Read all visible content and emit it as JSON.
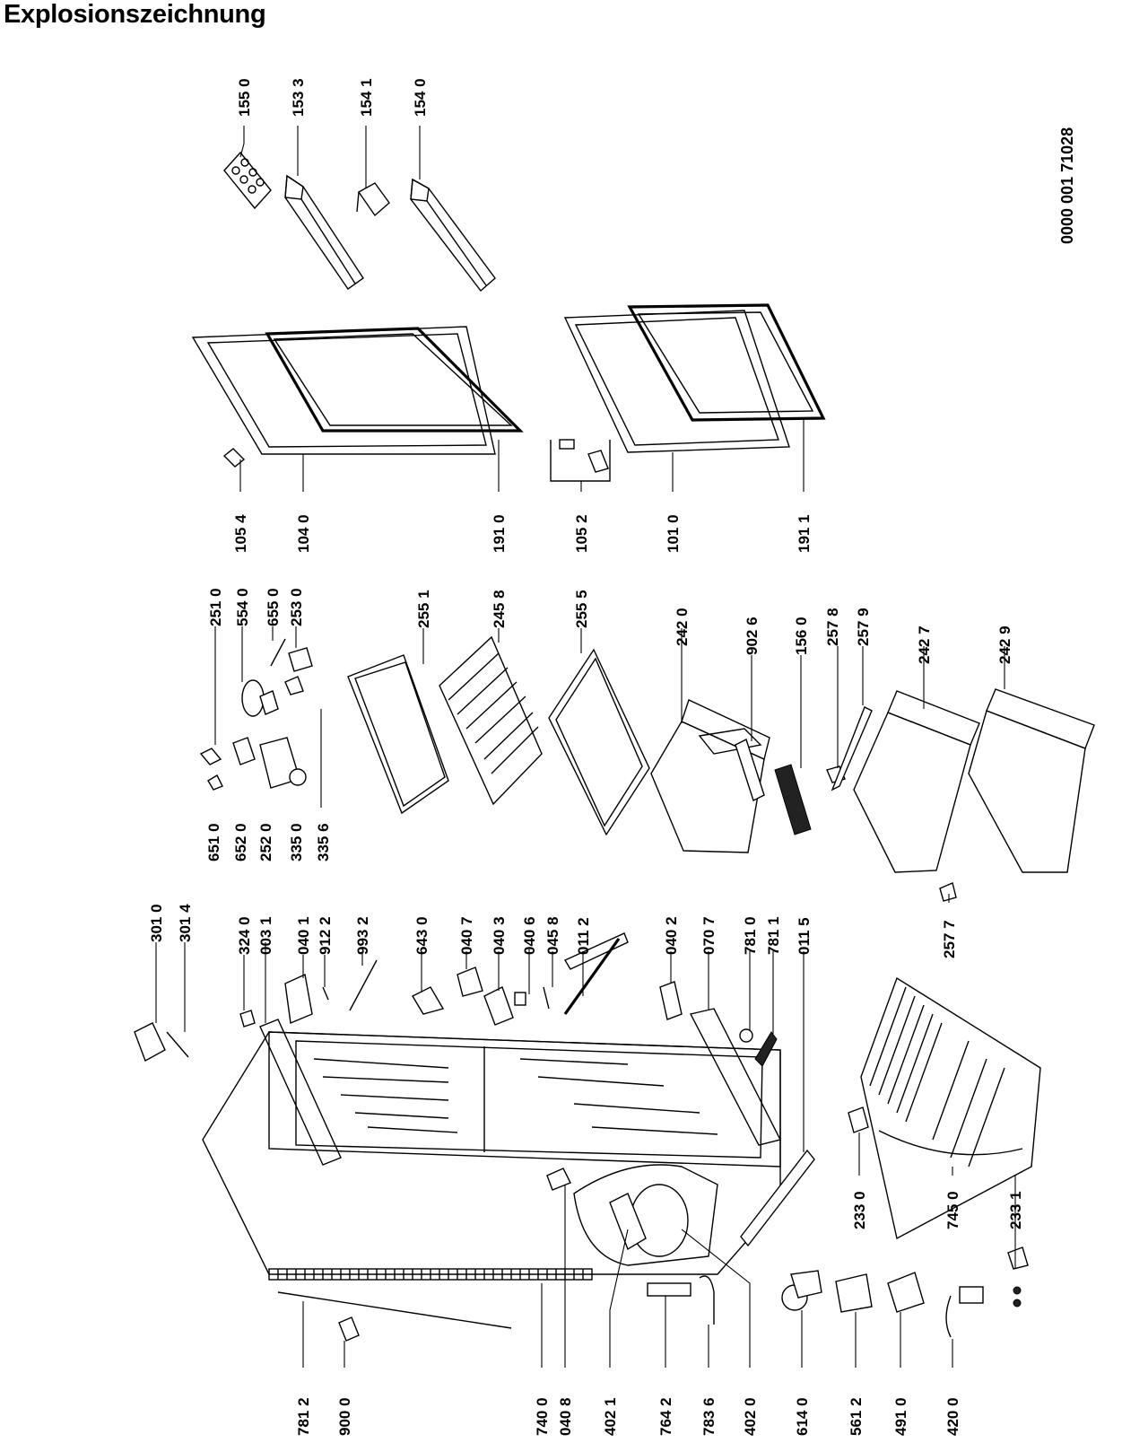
{
  "title": "Explosionszeichnung",
  "document_number": "0000 001 71028",
  "part_labels": {
    "p1550": "155 0",
    "p1533": "153 3",
    "p1541": "154 1",
    "p1540": "154 0",
    "p1054": "105 4",
    "p1040": "104 0",
    "p1910": "191 0",
    "p1052": "105 2",
    "p1010": "101 0",
    "p1911": "191 1",
    "p2510": "251 0",
    "p5540": "554 0",
    "p6550": "655 0",
    "p2530": "253 0",
    "p6510": "651 0",
    "p6520": "652 0",
    "p2520": "252 0",
    "p3350": "335 0",
    "p3356": "335 6",
    "p2551": "255 1",
    "p2458": "245 8",
    "p2555": "255 5",
    "p2420": "242 0",
    "p9026": "902 6",
    "p1560": "156 0",
    "p2578": "257 8",
    "p2579": "257 9",
    "p2427": "242 7",
    "p2429": "242 9",
    "p2577": "257 7",
    "p3010": "301 0",
    "p3014": "301 4",
    "p3240": "324 0",
    "p0031": "003 1",
    "p0401": "040 1",
    "p9122": "912 2",
    "p9932": "993 2",
    "p6430": "643 0",
    "p0407": "040 7",
    "p0403": "040 3",
    "p0406": "040 6",
    "p0458": "045 8",
    "p0112": "011 2",
    "p0402": "040 2",
    "p0707": "070 7",
    "p7810": "781 0",
    "p7811": "781 1",
    "p0115": "011 5",
    "p2330": "233 0",
    "p7450": "745 0",
    "p2331": "233 1",
    "p7812": "781 2",
    "p9000": "900 0",
    "p7400": "740 0",
    "p0408": "040 8",
    "p4021": "402 1",
    "p7642": "764 2",
    "p7836": "783 6",
    "p4020": "402 0",
    "p6140": "614 0",
    "p5612": "561 2",
    "p4910": "491 0",
    "p4200": "420 0"
  }
}
